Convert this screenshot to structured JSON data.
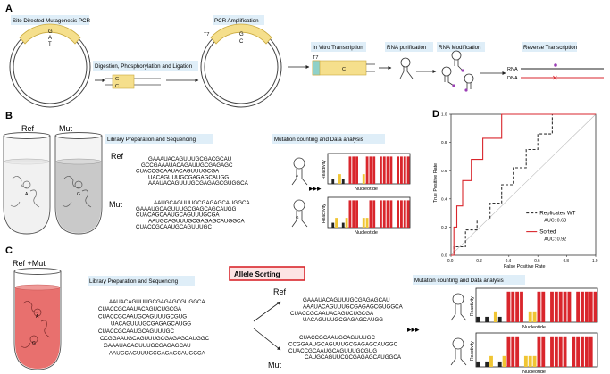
{
  "panels": {
    "a": "A",
    "b": "B",
    "c": "C",
    "d": "D"
  },
  "colors": {
    "yellow": "#f5df8c",
    "yellow_dark": "#c9a93d",
    "blue_box": "#dfeef8",
    "red": "#d9262c",
    "purple": "#9b3fb5",
    "blue": "#2c57c9",
    "bar_yellow": "#f0c533",
    "tube_red": "#e8706e",
    "tube_grey": "#c9c9c9"
  },
  "a": {
    "steps": [
      "Site Directed Mutagenesis PCR",
      "Digestion, Phosphorylation and Ligation",
      "PCR Amplification",
      "In Vitro Transcription",
      "RNA purification",
      "RNA Modification",
      "Reverse Transcription"
    ],
    "plasmid1_letters": [
      "G",
      "A",
      "T"
    ],
    "frag_letters": [
      "G",
      "C"
    ],
    "plasmid2_letters": [
      "G",
      "C"
    ],
    "t7": "T7",
    "t7b": "T7",
    "ivt_letter": "C",
    "rna_label": "RNA",
    "dna_label": "DNA"
  },
  "b": {
    "ref_title": "Ref",
    "mut_title": "Mut",
    "ref_tube_letter": "A",
    "mut_tube_letter": "G",
    "lib_title": "Library Preparation and Sequencing",
    "mc_title": "Mutation counting and Data analysis",
    "ref_label": "Ref",
    "mut_label": "Mut",
    "ref_reads": [
      "GAAAUACAGUUUGCGACGCAU",
      "GCCGAAAUACAGAUUGCGAGAGC",
      "CUACCGCAAUACAGUUUGCGA",
      "UACAGUUUGCGAGAGCAUGG",
      "AAAUACAGUUUGCGAGAGCGUGGCA"
    ],
    "mut_reads": [
      "AAUGCAGUUUGCGAGAGCAUGGCA",
      "GAAAUGCAGUUUGCGAGCAGCAUGG",
      "CUACAGCAAUGCAGUUUGCGA",
      "AAUGCAGUUUGCGAGAGCAUGGCA",
      "CUACCGCAAUGCAGUUUGC"
    ],
    "ref_mark": "A",
    "mut_mark": "G",
    "axis_reactivity": "Reactivity",
    "axis_nucleotide": "Nucleotide"
  },
  "c": {
    "tube_title": "Ref +Mut",
    "tube_letter1": "A",
    "tube_letter2": "G",
    "lib_title": "Library Preparation and Sequencing",
    "allele": "Allele Sorting",
    "ref_label": "Ref",
    "mut_label": "Mut",
    "mc_title": "Mutation counting and Data analysis",
    "mixed_reads": [
      "AAUACAGUUUGCGAGAGCGUGGCA",
      "CUACCGCAAUACAGUCUGCGA",
      "CUACCGCAAUGCAGUUUGCGUG",
      "UACAGUUUGCGAGAGCAUGG",
      "CUACCGCAAUGCAGUUUGC",
      "CCGGAAUGCAGUUUGCGAGAGCAUGGC",
      "GAAAUACAGUUUGCGAGAGCAU",
      "AAUGCAGUUUGCGAGAGCAUGGCA"
    ],
    "ref_reads": [
      "GAAAUACAGUUUGCGAGAGCAU",
      "AAAUACAGUUUGCGAGAGCGUGGCA",
      "CUACCGCAAUACAGUCUGCGA",
      "UACAGUUUGCGAGAGCAUGG"
    ],
    "mut_reads": [
      "CUACCGCAAUGCAGUUUGC",
      "CCGGAAUGCAGUUUGCGAGAGCAUGGC",
      "CUACCGCAAUGCAGUUUGCGUG",
      "CAUGCAGUUCGCGAGAGCAUGGCA"
    ],
    "axis_reactivity": "Reactivity",
    "axis_nucleotide": "Nucleotide"
  },
  "chart_data": {
    "type": "line",
    "xlabel": "False Positive Rate",
    "ylabel": "True Positive Rate",
    "xlim": [
      0,
      1
    ],
    "ylim": [
      0,
      1
    ],
    "xticks": [
      "0.0",
      "0.2",
      "0.4",
      "0.6",
      "0.8",
      "1.0"
    ],
    "yticks": [
      "0.0",
      "0.2",
      "0.4",
      "0.6",
      "0.8",
      "1.0"
    ],
    "legend_position": "lower-right",
    "grid": false,
    "series": [
      {
        "name": "Replicates WT",
        "auc_text": "AUC: 0.63",
        "color": "#333333",
        "dash": "dashed",
        "x": [
          0,
          0.02,
          0.02,
          0.1,
          0.1,
          0.18,
          0.18,
          0.27,
          0.27,
          0.35,
          0.35,
          0.43,
          0.43,
          0.52,
          0.52,
          0.6,
          0.6,
          0.7,
          0.7,
          1.0
        ],
        "y": [
          0,
          0,
          0.06,
          0.06,
          0.18,
          0.18,
          0.25,
          0.25,
          0.37,
          0.37,
          0.5,
          0.5,
          0.62,
          0.62,
          0.75,
          0.75,
          0.86,
          0.86,
          1.0,
          1.0
        ]
      },
      {
        "name": "Sorted",
        "auc_text": "AUC: 0.92",
        "color": "#d9262c",
        "dash": "solid",
        "x": [
          0,
          0.02,
          0.02,
          0.04,
          0.04,
          0.08,
          0.08,
          0.14,
          0.14,
          0.22,
          0.22,
          0.27,
          0.27,
          0.35,
          0.35,
          0.42,
          0.42,
          0.55,
          0.55,
          0.7,
          0.7,
          1.0
        ],
        "y": [
          0,
          0,
          0.2,
          0.2,
          0.35,
          0.35,
          0.53,
          0.53,
          0.68,
          0.68,
          0.83,
          0.83,
          0.83,
          0.83,
          1.0,
          1.0,
          1.0,
          1.0,
          1.0,
          1.0,
          1.0,
          1.0
        ]
      },
      {
        "name": "",
        "x": [
          0,
          1
        ],
        "y": [
          0,
          1
        ],
        "color": "#bbbbbb",
        "dash": "solid"
      }
    ]
  }
}
